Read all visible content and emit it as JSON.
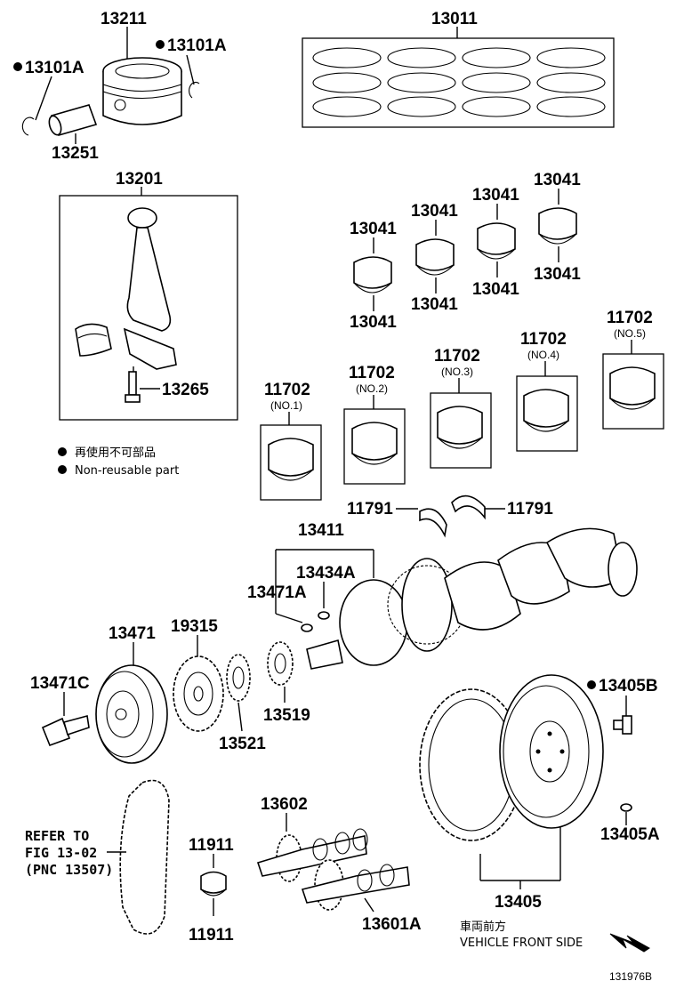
{
  "legend": {
    "jp": "再使用不可部品",
    "en": "Non-reusable part"
  },
  "parts": {
    "p13211": "13211",
    "p13101A_left": "13101A",
    "p13101A_right": "13101A",
    "p13251": "13251",
    "p13011": "13011",
    "p13201": "13201",
    "p13265": "13265",
    "b1_top": "13041",
    "b1_bot": "13041",
    "b2_top": "13041",
    "b2_bot": "13041",
    "b3_top": "13041",
    "b3_bot": "13041",
    "b4_top": "13041",
    "b4_bot": "13041",
    "m1": "11702",
    "m1_sub": "(NO.1)",
    "m2": "11702",
    "m2_sub": "(NO.2)",
    "m3": "11702",
    "m3_sub": "(NO.3)",
    "m4": "11702",
    "m4_sub": "(NO.4)",
    "m5": "11702",
    "m5_sub": "(NO.5)",
    "t_left": "11791",
    "t_right": "11791",
    "p13411": "13411",
    "p13434A": "13434A",
    "p13471A": "13471A",
    "p13471": "13471",
    "p19315": "19315",
    "p13471C": "13471C",
    "p13519": "13519",
    "p13521": "13521",
    "p13405B": "13405B",
    "p13405A": "13405A",
    "p13405": "13405",
    "p13602": "13602",
    "p13601A": "13601A",
    "p11911_top": "11911",
    "p11911_bot": "11911",
    "refer1": "REFER TO",
    "refer2": "FIG 13-02",
    "refer3": "(PNC 13507)",
    "front_jp": "車両前方",
    "front_en": "VEHICLE FRONT SIDE",
    "figure_id": "131976B"
  },
  "icons": {
    "non_reusable_marker": "filled-circle",
    "direction": "arrow-down-right"
  }
}
